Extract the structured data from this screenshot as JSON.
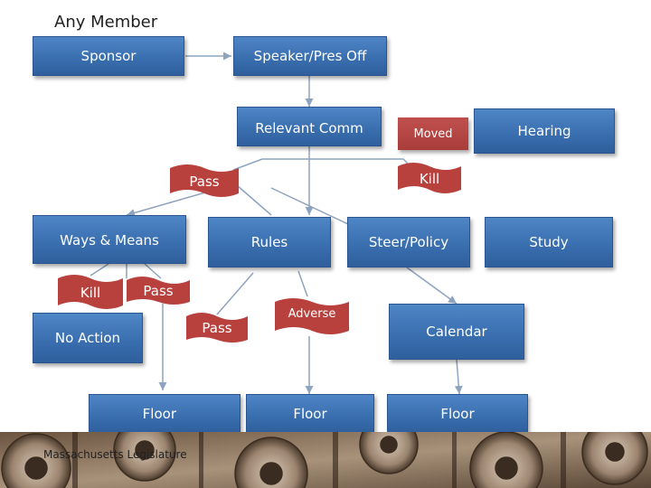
{
  "title": "Any Member",
  "nodes": {
    "sponsor": "Sponsor",
    "speaker": "Speaker/Pres Off",
    "relevant_comm": "Relevant Comm",
    "moved": "Moved",
    "hearing": "Hearing",
    "pass_1": "Pass",
    "kill_1": "Kill",
    "ways_means": "Ways & Means",
    "rules": "Rules",
    "steer_policy": "Steer/Policy",
    "study": "Study",
    "kill_2": "Kill",
    "pass_2": "Pass",
    "no_action": "No Action",
    "pass_3": "Pass",
    "adverse": "Adverse",
    "calendar": "Calendar",
    "floor_1": "Floor",
    "floor_2": "Floor",
    "floor_3": "Floor"
  },
  "footer": "Massachusetts Legislature",
  "colors": {
    "box_blue": "#3a6fb0",
    "flag_red": "#b8413e",
    "connector": "#8ea3bf"
  }
}
